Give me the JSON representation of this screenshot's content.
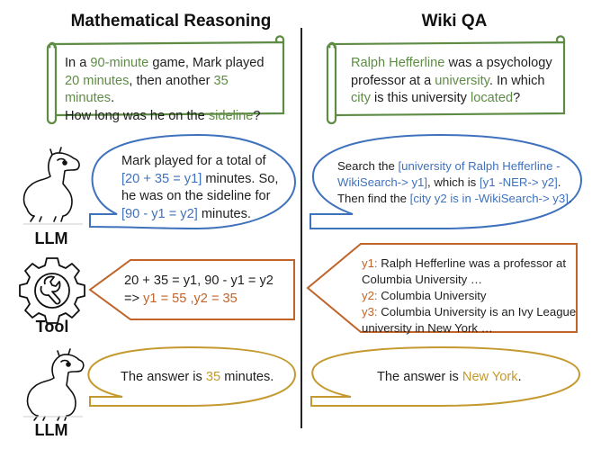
{
  "colors": {
    "question": "#5e8c45",
    "llm_call": "#3f72bd",
    "tool": "#c0642a",
    "answer": "#c49a30",
    "divider": "#222222"
  },
  "left": {
    "title": "Mathematical Reasoning",
    "question": {
      "parts": [
        "In a ",
        "90-minute",
        " game, Mark played ",
        "20 minutes",
        ", then another ",
        "35 minutes",
        ".",
        "How long was he on the ",
        "sideline",
        "?"
      ]
    },
    "llm_bubble": {
      "line1": "Mark played for a total of",
      "call1": "[20 + 35 = y1]",
      "after1": " minutes. So,",
      "line3": "he was on the sideline for",
      "call2": "[90 - y1 = y2]",
      "after2": " minutes."
    },
    "tool_bubble": {
      "line1": "20 + 35 = y1, 90 - y1 = y2",
      "prefix": "=> ",
      "result": "y1 = 55 ,y2 = 35"
    },
    "answer_bubble": {
      "prefix": "The answer is ",
      "value": "35",
      "suffix": " minutes."
    }
  },
  "right": {
    "title": "Wiki QA",
    "question": {
      "parts": [
        "Ralph Hefferline",
        " was a psychology",
        "professor at a ",
        "university",
        ". In which",
        "city",
        " is this university ",
        "located",
        "?"
      ]
    },
    "llm_bubble": {
      "prefix1": "Search the ",
      "call1a": "[university of Ralph Hefferline -",
      "call1b": "WikiSearch-> y1]",
      "mid": ", which is ",
      "call2": "[y1 -NER-> y2]",
      "end2": ".",
      "prefix3": "Then find the ",
      "call3": "[city y2 is in -WikiSearch-> y3]",
      "end3": "."
    },
    "tool_bubble": {
      "y1_label": "y1:",
      "y1_text_a": " Ralph Hefferline was a professor at",
      "y1_text_b": "Columbia University …",
      "y2_label": "y2:",
      "y2_text": " Columbia University",
      "y3_label": "y3:",
      "y3_text_a": " Columbia University is an Ivy League",
      "y3_text_b": "university in New York …"
    },
    "answer_bubble": {
      "prefix": "The answer is ",
      "value": "New York",
      "suffix": "."
    }
  },
  "agents": {
    "llm_label": "LLM",
    "tool_label": "Tool"
  }
}
